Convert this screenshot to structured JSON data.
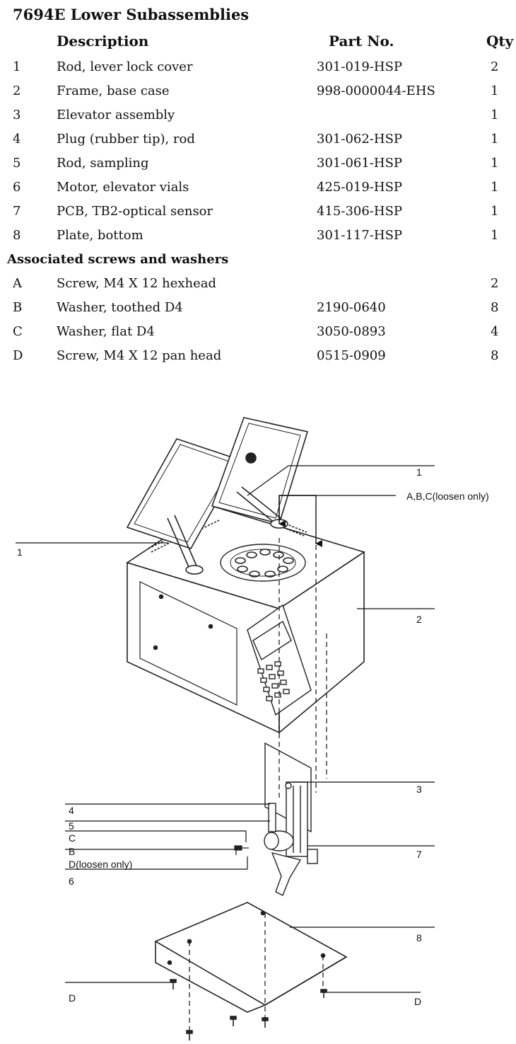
{
  "title": "7694E Lower Subassemblies",
  "headers": {
    "description": "Description",
    "part_no": "Part No.",
    "qty": "Qty"
  },
  "parts": [
    {
      "id": "1",
      "description": "Rod, lever lock cover",
      "part_no": "301-019-HSP",
      "qty": "2"
    },
    {
      "id": "2",
      "description": "Frame, base case",
      "part_no": "998-0000044-EHS",
      "qty": "1"
    },
    {
      "id": "3",
      "description": "Elevator assembly",
      "part_no": "",
      "qty": "1"
    },
    {
      "id": "4",
      "description": "Plug (rubber tip), rod",
      "part_no": "301-062-HSP",
      "qty": "1"
    },
    {
      "id": "5",
      "description": "Rod, sampling",
      "part_no": "301-061-HSP",
      "qty": "1"
    },
    {
      "id": "6",
      "description": "Motor, elevator vials",
      "part_no": "425-019-HSP",
      "qty": "1"
    },
    {
      "id": "7",
      "description": "PCB, TB2-optical sensor",
      "part_no": "415-306-HSP",
      "qty": "1"
    },
    {
      "id": "8",
      "description": "Plate, bottom",
      "part_no": "301-117-HSP",
      "qty": "1"
    }
  ],
  "section_title": "Associated screws and washers",
  "hardware": [
    {
      "id": "A",
      "description": "Screw, M4 X 12 hexhead",
      "part_no": "",
      "qty": "2"
    },
    {
      "id": "B",
      "description": "Washer, toothed D4",
      "part_no": "2190-0640",
      "qty": "8"
    },
    {
      "id": "C",
      "description": "Washer, flat D4",
      "part_no": "3050-0893",
      "qty": "4"
    },
    {
      "id": "D",
      "description": "Screw, M4 X 12 pan head",
      "part_no": "0515-0909",
      "qty": "8"
    }
  ],
  "callouts": {
    "top_1": "1",
    "abc": "A,B,C(loosen only)",
    "left_1": "1",
    "c2": "2",
    "c3": "3",
    "c4": "4",
    "c5": "5",
    "cC": "C",
    "cB": "B",
    "cD_loosen": "D(loosen only)",
    "c6": "6",
    "c7": "7",
    "c8": "8",
    "cD_left": "D",
    "cD_right": "D"
  }
}
